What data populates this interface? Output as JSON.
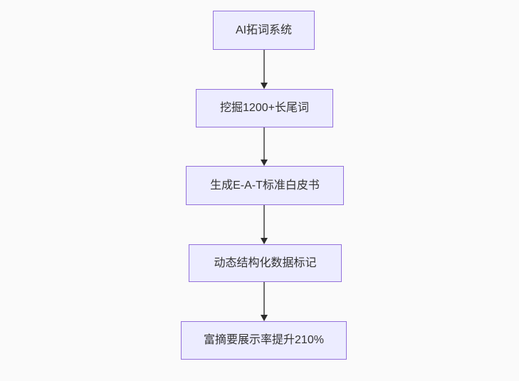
{
  "page": {
    "background_color": "#fafafa"
  },
  "flowchart": {
    "type": "flowchart",
    "direction": "top-down",
    "nodes": [
      {
        "id": "A",
        "label": "AI拓词系统"
      },
      {
        "id": "B",
        "label": "挖掘1200+长尾词"
      },
      {
        "id": "C",
        "label": "生成E-A-T标准白皮书"
      },
      {
        "id": "D",
        "label": "动态结构化数据标记"
      },
      {
        "id": "E",
        "label": "富摘要展示率提升210%"
      }
    ],
    "edges": [
      {
        "from": "A",
        "to": "B"
      },
      {
        "from": "B",
        "to": "C"
      },
      {
        "from": "C",
        "to": "D"
      },
      {
        "from": "D",
        "to": "E"
      }
    ],
    "style": {
      "node_fill": "#ececff",
      "node_border": "#9370db",
      "text_color": "#333333",
      "edge_line_color": "#6f6f6f",
      "arrowhead_color": "#2b2b2b"
    }
  }
}
